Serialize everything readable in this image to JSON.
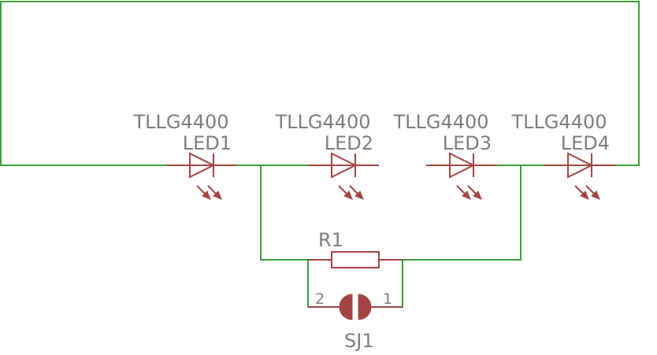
{
  "schematic": {
    "leds": [
      {
        "value": "TLLG4400",
        "name": "LED1"
      },
      {
        "value": "TLLG4400",
        "name": "LED2"
      },
      {
        "value": "TLLG4400",
        "name": "LED3"
      },
      {
        "value": "TLLG4400",
        "name": "LED4"
      }
    ],
    "resistor": {
      "name": "R1"
    },
    "jumper": {
      "name": "SJ1",
      "pin_left": "2",
      "pin_right": "1"
    },
    "colors": {
      "wire": "#3aa13a",
      "part": "#a34545",
      "label": "#7d7d7d"
    }
  }
}
